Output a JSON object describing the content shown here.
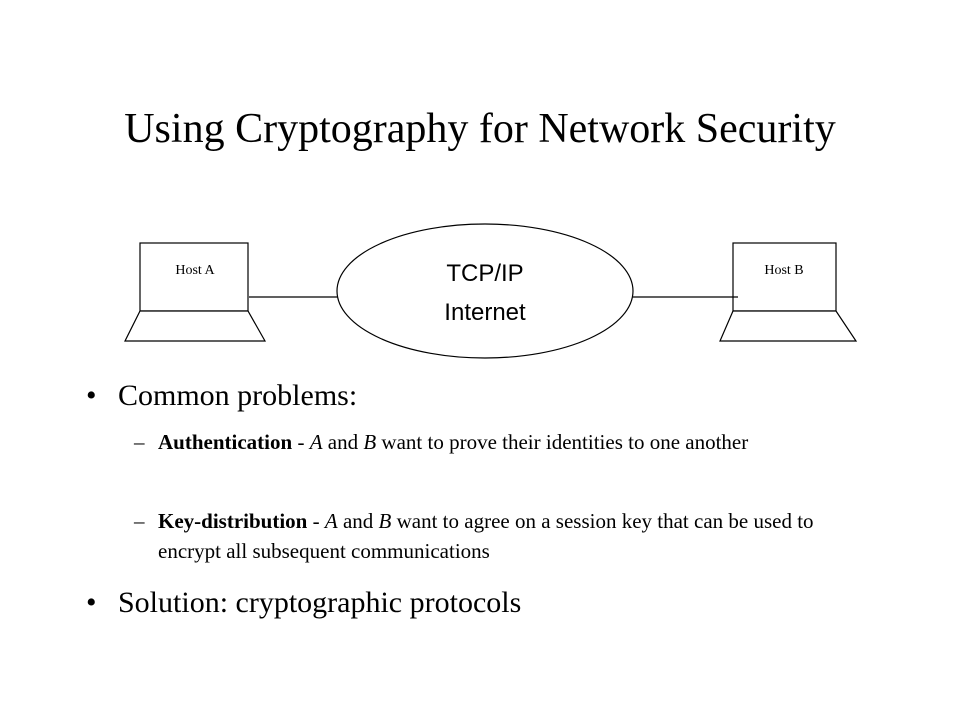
{
  "title": "Using Cryptography for Network Security",
  "diagram": {
    "host_a": "Host A",
    "host_b": "Host B",
    "network_line1": "TCP/IP",
    "network_line2": "Internet"
  },
  "bullets": [
    {
      "text": "Common problems:"
    },
    {
      "text": "Solution: cryptographic protocols"
    }
  ],
  "subitems": [
    {
      "dash": "–",
      "term": "Authentication",
      "sep": " - ",
      "a": "A",
      "and": " and ",
      "b": "B",
      "rest": " want to prove their identities to one another"
    },
    {
      "dash": "–",
      "term": "Key-distribution",
      "sep": " - ",
      "a": "A",
      "and": " and ",
      "b": "B",
      "rest": " want to agree on a session key that can be used to encrypt all subsequent communications"
    }
  ]
}
